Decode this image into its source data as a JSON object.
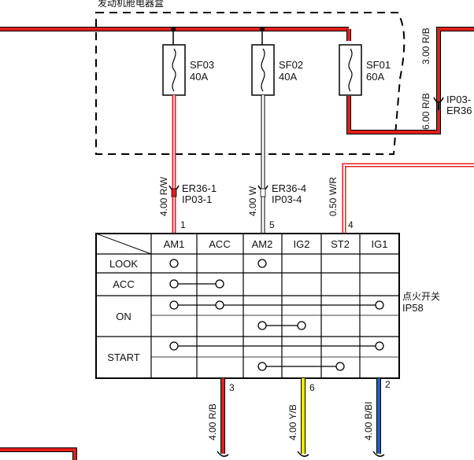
{
  "box": {
    "title": "发动机舱电器盒"
  },
  "fuses": [
    {
      "name": "SF03",
      "rating": "40A"
    },
    {
      "name": "SF02",
      "rating": "40A"
    },
    {
      "name": "SF01",
      "rating": "60A"
    }
  ],
  "wires": {
    "top_right_upper": "3.00  R/B",
    "top_right_lower": "6.00  R/B",
    "am1": "4.00  R/W",
    "am2": "4.00  W",
    "st2": "0.50  W/R",
    "b1": "4.00  R/B",
    "b2": "4.00  Y/B",
    "b3": "4.00  B/BI"
  },
  "connectors": {
    "right_1": "IP03-",
    "right_2": "ER36",
    "am1_a": "ER36-1",
    "am1_b": "IP03-1",
    "am2_a": "ER36-4",
    "am2_b": "IP03-4"
  },
  "pins": {
    "am1": "1",
    "am2": "5",
    "st2": "4",
    "b1": "3",
    "b2": "6",
    "b3": "2"
  },
  "switch": {
    "name_cn": "点火开关",
    "id": "IP58",
    "columns": [
      "AM1",
      "ACC",
      "AM2",
      "IG2",
      "ST2",
      "IG1"
    ],
    "rows": [
      "LOOK",
      "ACC",
      "ON",
      "START"
    ]
  },
  "colors": {
    "red": "#e41e1e",
    "blue": "#1f5bd6",
    "yellow": "#f2e600",
    "black": "#000000"
  }
}
